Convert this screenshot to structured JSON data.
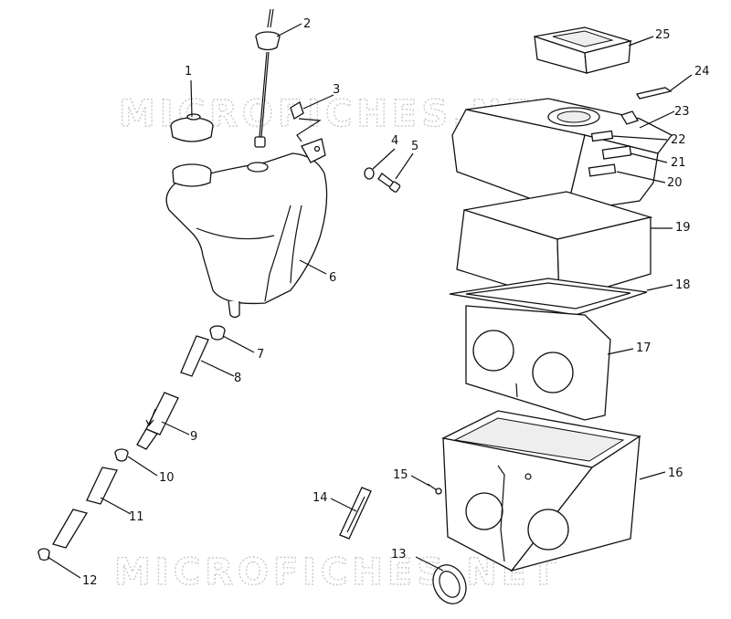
{
  "watermark": {
    "top": "MICROFICHES.NET",
    "bottom": "MICROFICHES.NET"
  },
  "callouts": [
    {
      "id": "1",
      "label": "1"
    },
    {
      "id": "2",
      "label": "2"
    },
    {
      "id": "3",
      "label": "3"
    },
    {
      "id": "4",
      "label": "4"
    },
    {
      "id": "5",
      "label": "5"
    },
    {
      "id": "6",
      "label": "6"
    },
    {
      "id": "7",
      "label": "7"
    },
    {
      "id": "8",
      "label": "8"
    },
    {
      "id": "9",
      "label": "9"
    },
    {
      "id": "10",
      "label": "10"
    },
    {
      "id": "11",
      "label": "11"
    },
    {
      "id": "12",
      "label": "12"
    },
    {
      "id": "13",
      "label": "13"
    },
    {
      "id": "14",
      "label": "14"
    },
    {
      "id": "15",
      "label": "15"
    },
    {
      "id": "16",
      "label": "16"
    },
    {
      "id": "17",
      "label": "17"
    },
    {
      "id": "18",
      "label": "18"
    },
    {
      "id": "19",
      "label": "19"
    },
    {
      "id": "20",
      "label": "20"
    },
    {
      "id": "21",
      "label": "21"
    },
    {
      "id": "22",
      "label": "22"
    },
    {
      "id": "23",
      "label": "23"
    },
    {
      "id": "24",
      "label": "24"
    },
    {
      "id": "25",
      "label": "25"
    }
  ]
}
